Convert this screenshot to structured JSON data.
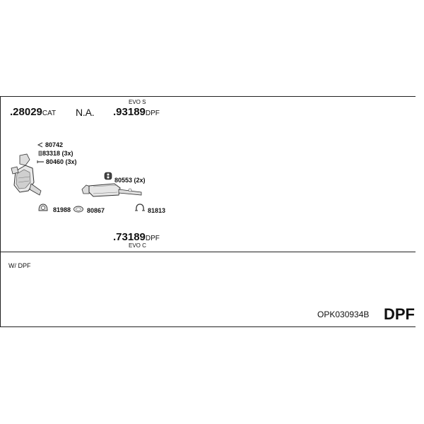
{
  "top_row": {
    "part1": {
      "number": ".28029",
      "suffix": "CAT"
    },
    "na": "N.A.",
    "part2": {
      "variant": "EVO S",
      "number": ".93189",
      "suffix": "DPF"
    }
  },
  "accessories": [
    {
      "code": "80742",
      "icon": "clamp-icon"
    },
    {
      "code": "83318 (3x)",
      "icon": "bolt-icon"
    },
    {
      "code": "80460 (3x)",
      "icon": "screw-icon"
    }
  ],
  "mount_label": "80553 (2x)",
  "parts": {
    "gasket_left": "81988",
    "ring": "80867",
    "clamp_right": "81813"
  },
  "bottom_part": {
    "number": ".73189",
    "suffix": "DPF",
    "variant": "EVO C"
  },
  "note": "W/ DPF",
  "footer": {
    "code": "OPK030934B",
    "type": "DPF"
  }
}
